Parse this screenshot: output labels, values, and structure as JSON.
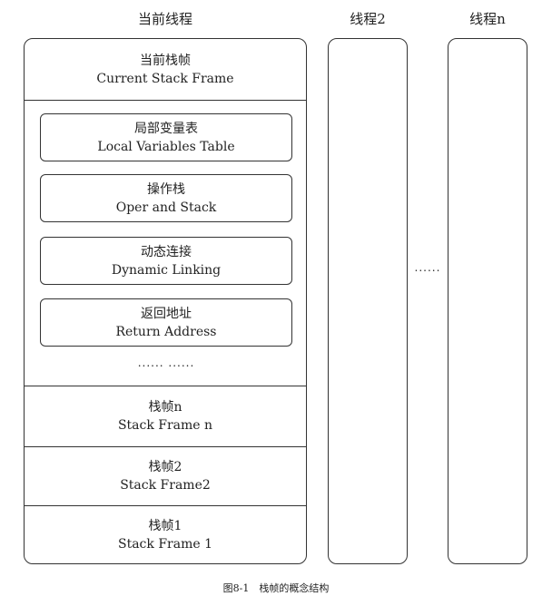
{
  "columns": {
    "current": "当前线程",
    "thread2": "线程2",
    "threadn": "线程n"
  },
  "current_frame": {
    "label_cn": "当前栈帧",
    "label_en": "Current Stack Frame"
  },
  "frame_parts": [
    {
      "label_cn": "局部变量表",
      "label_en": "Local Variables Table"
    },
    {
      "label_cn": "操作栈",
      "label_en": "Oper and Stack"
    },
    {
      "label_cn": "动态连接",
      "label_en": "Dynamic Linking"
    },
    {
      "label_cn": "返回地址",
      "label_en": "Return Address"
    }
  ],
  "frame_parts_ellipsis": "...... ......",
  "stack_frames": [
    {
      "label_cn": "栈帧n",
      "label_en": "Stack Frame n"
    },
    {
      "label_cn": "栈帧2",
      "label_en": "Stack Frame2"
    },
    {
      "label_cn": "栈帧1",
      "label_en": "Stack Frame 1"
    }
  ],
  "between_threads_ellipsis": "......",
  "caption": "图8-1　栈帧的概念结构"
}
